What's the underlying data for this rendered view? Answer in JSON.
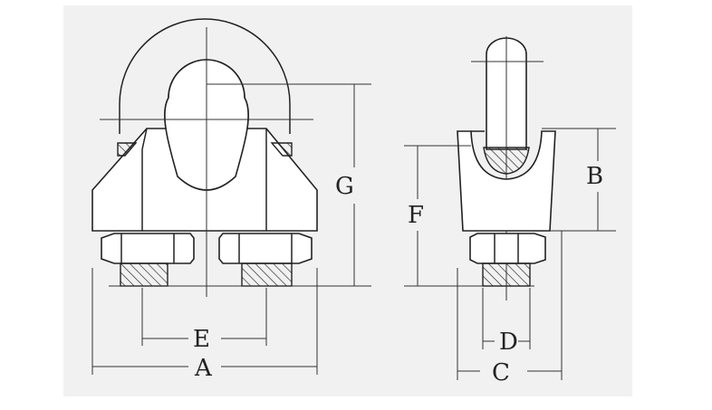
{
  "diagram": {
    "labels": {
      "a": "A",
      "b": "B",
      "c": "C",
      "d": "D",
      "e": "E",
      "f": "F",
      "g": "G"
    },
    "colors": {
      "line": "#222222",
      "background": "#f1f1f1",
      "fill": "#ffffff"
    }
  }
}
